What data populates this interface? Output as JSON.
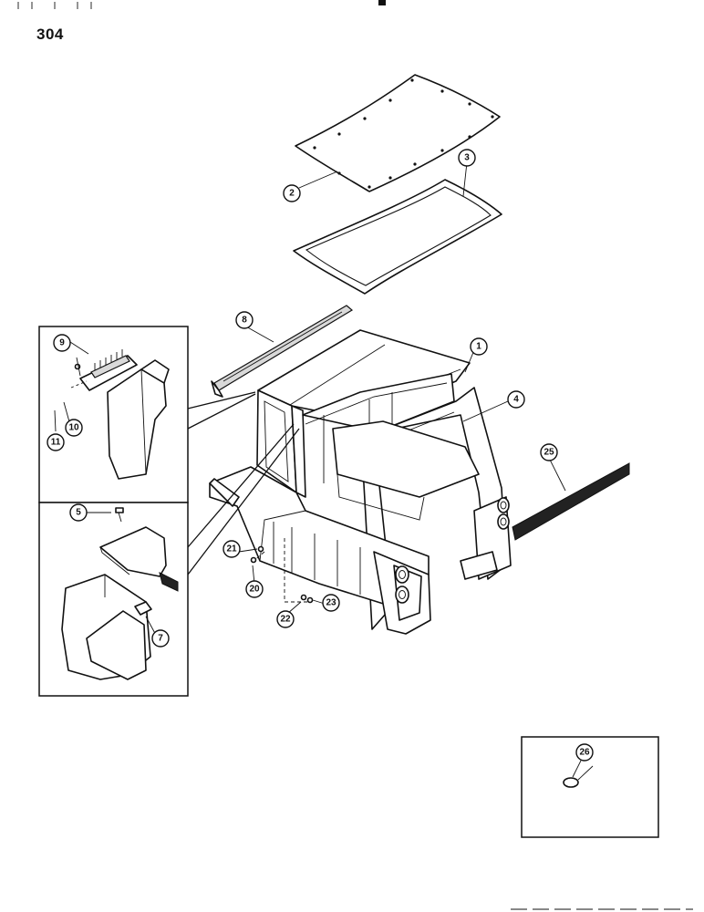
{
  "page_number": "304",
  "callouts": [
    {
      "id": "c1",
      "label": "1"
    },
    {
      "id": "c2",
      "label": "2"
    },
    {
      "id": "c3",
      "label": "3"
    },
    {
      "id": "c4",
      "label": "4"
    },
    {
      "id": "c5",
      "label": "5"
    },
    {
      "id": "c7",
      "label": "7"
    },
    {
      "id": "c8",
      "label": "8"
    },
    {
      "id": "c9",
      "label": "9"
    },
    {
      "id": "c10",
      "label": "10"
    },
    {
      "id": "c11",
      "label": "11"
    },
    {
      "id": "c20",
      "label": "20"
    },
    {
      "id": "c21",
      "label": "21"
    },
    {
      "id": "c22",
      "label": "22"
    },
    {
      "id": "c23",
      "label": "23"
    },
    {
      "id": "c25",
      "label": "25"
    },
    {
      "id": "c26",
      "label": "26"
    }
  ]
}
